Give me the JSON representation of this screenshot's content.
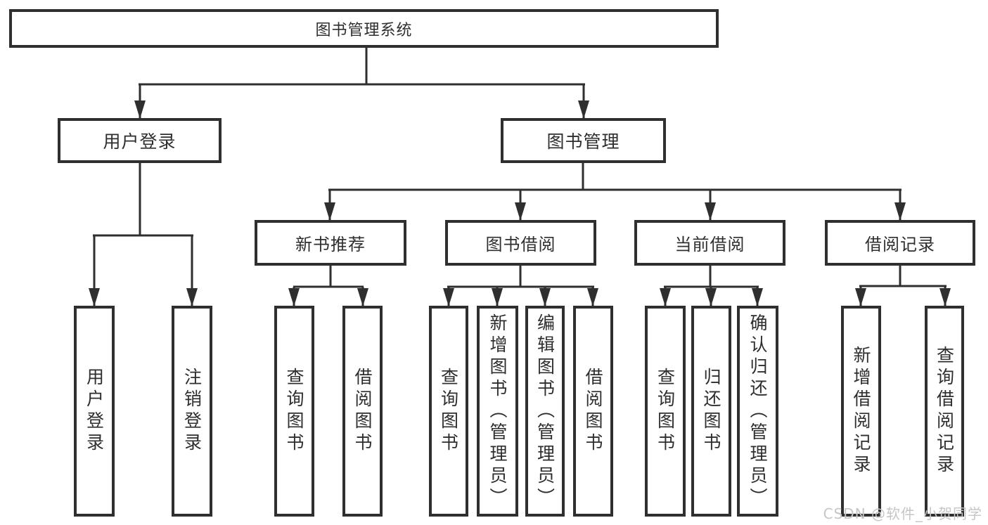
{
  "root": {
    "label": "图书管理系统"
  },
  "branches": {
    "user_login": {
      "label": "用户登录"
    },
    "book_management": {
      "label": "图书管理"
    },
    "new_book_recommendation": {
      "label": "新书推荐"
    },
    "book_borrowing": {
      "label": "图书借阅"
    },
    "current_borrowing": {
      "label": "当前借阅"
    },
    "borrowing_records": {
      "label": "借阅记录"
    }
  },
  "leaves": {
    "user_login": {
      "label": "用户登录"
    },
    "logout": {
      "label": "注销登录"
    },
    "recommend_query_books": {
      "label": "查询图书"
    },
    "recommend_borrow_books": {
      "label": "借阅图书"
    },
    "borrowing_query_books": {
      "label": "查询图书"
    },
    "add_books_admin": {
      "label": "新增图书（管理员）"
    },
    "edit_books_admin": {
      "label": "编辑图书（管理员）"
    },
    "borrowing_borrow_books": {
      "label": "借阅图书"
    },
    "current_query_books": {
      "label": "查询图书"
    },
    "return_books": {
      "label": "归还图书"
    },
    "confirm_return_admin": {
      "label": "确认归还（管理员）"
    },
    "add_borrowing_record": {
      "label": "新增借阅记录"
    },
    "query_borrowing_record": {
      "label": "查询借阅记录"
    }
  },
  "watermark": {
    "text": "CSDN @软件_小贺同学"
  },
  "colors": {
    "line": "#2f2f2f",
    "text": "#2e2e2e",
    "watermark": "#c6c6c6",
    "background": "#ffffff"
  }
}
